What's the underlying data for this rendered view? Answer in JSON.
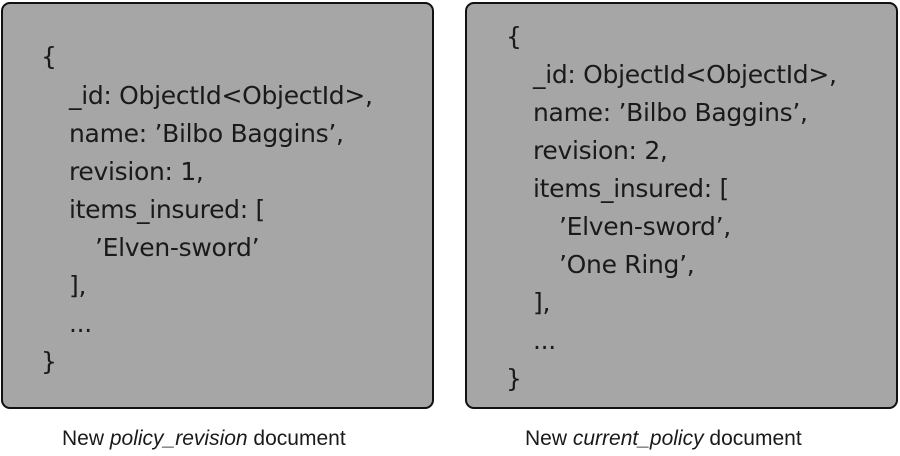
{
  "left_document": {
    "lines": [
      "{",
      "_id: ObjectId<ObjectId>,",
      "name: ’Bilbo Baggins’,",
      "revision: 1,",
      "items_insured: [",
      "’Elven-sword’",
      "],",
      "...",
      "}"
    ],
    "caption": {
      "prefix": "New ",
      "emphasis": "policy_revision",
      "suffix": " document"
    }
  },
  "right_document": {
    "lines": [
      "{",
      "_id: ObjectId<ObjectId>,",
      "name: ’Bilbo Baggins’,",
      "revision: 2,",
      "items_insured: [",
      "’Elven-sword’,",
      "’One Ring’,",
      "],",
      "...",
      "}"
    ],
    "caption": {
      "prefix": "New ",
      "emphasis": "current_policy",
      "suffix": " document"
    }
  },
  "colors": {
    "box_fill": "#a6a6a6",
    "box_border": "#111111",
    "text": "#1a1a1a",
    "background": "#ffffff"
  }
}
